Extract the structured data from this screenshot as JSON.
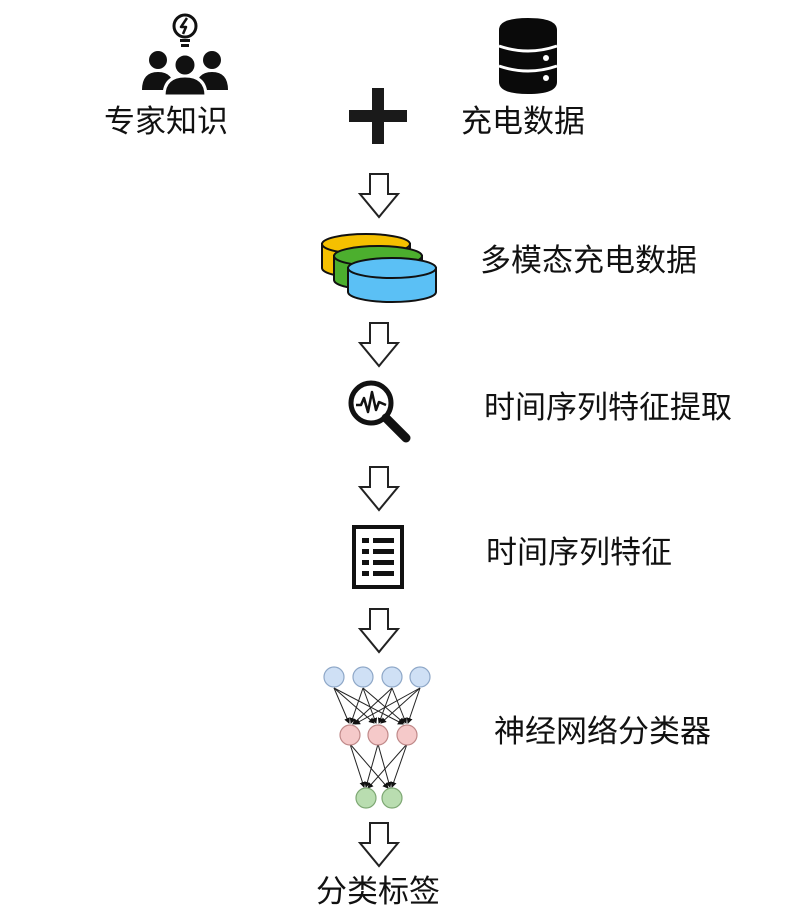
{
  "diagram": {
    "inputs": {
      "expert_knowledge": "专家知识",
      "charging_data": "充电数据"
    },
    "steps": [
      {
        "label": "多模态充电数据",
        "icon": "database-layers-icon"
      },
      {
        "label": "时间序列特征提取",
        "icon": "magnify-waveform-icon"
      },
      {
        "label": "时间序列特征",
        "icon": "feature-list-icon"
      },
      {
        "label": "神经网络分类器",
        "icon": "neural-network-icon"
      }
    ],
    "output": "分类标签",
    "colors": {
      "layer_yellow": "#f5c000",
      "layer_green": "#4caf2e",
      "layer_blue": "#5bc0f5",
      "input_node": "#cfe0f5",
      "hidden_node": "#f5c9c9",
      "output_node": "#b9ddb0",
      "stroke": "#111111"
    }
  }
}
